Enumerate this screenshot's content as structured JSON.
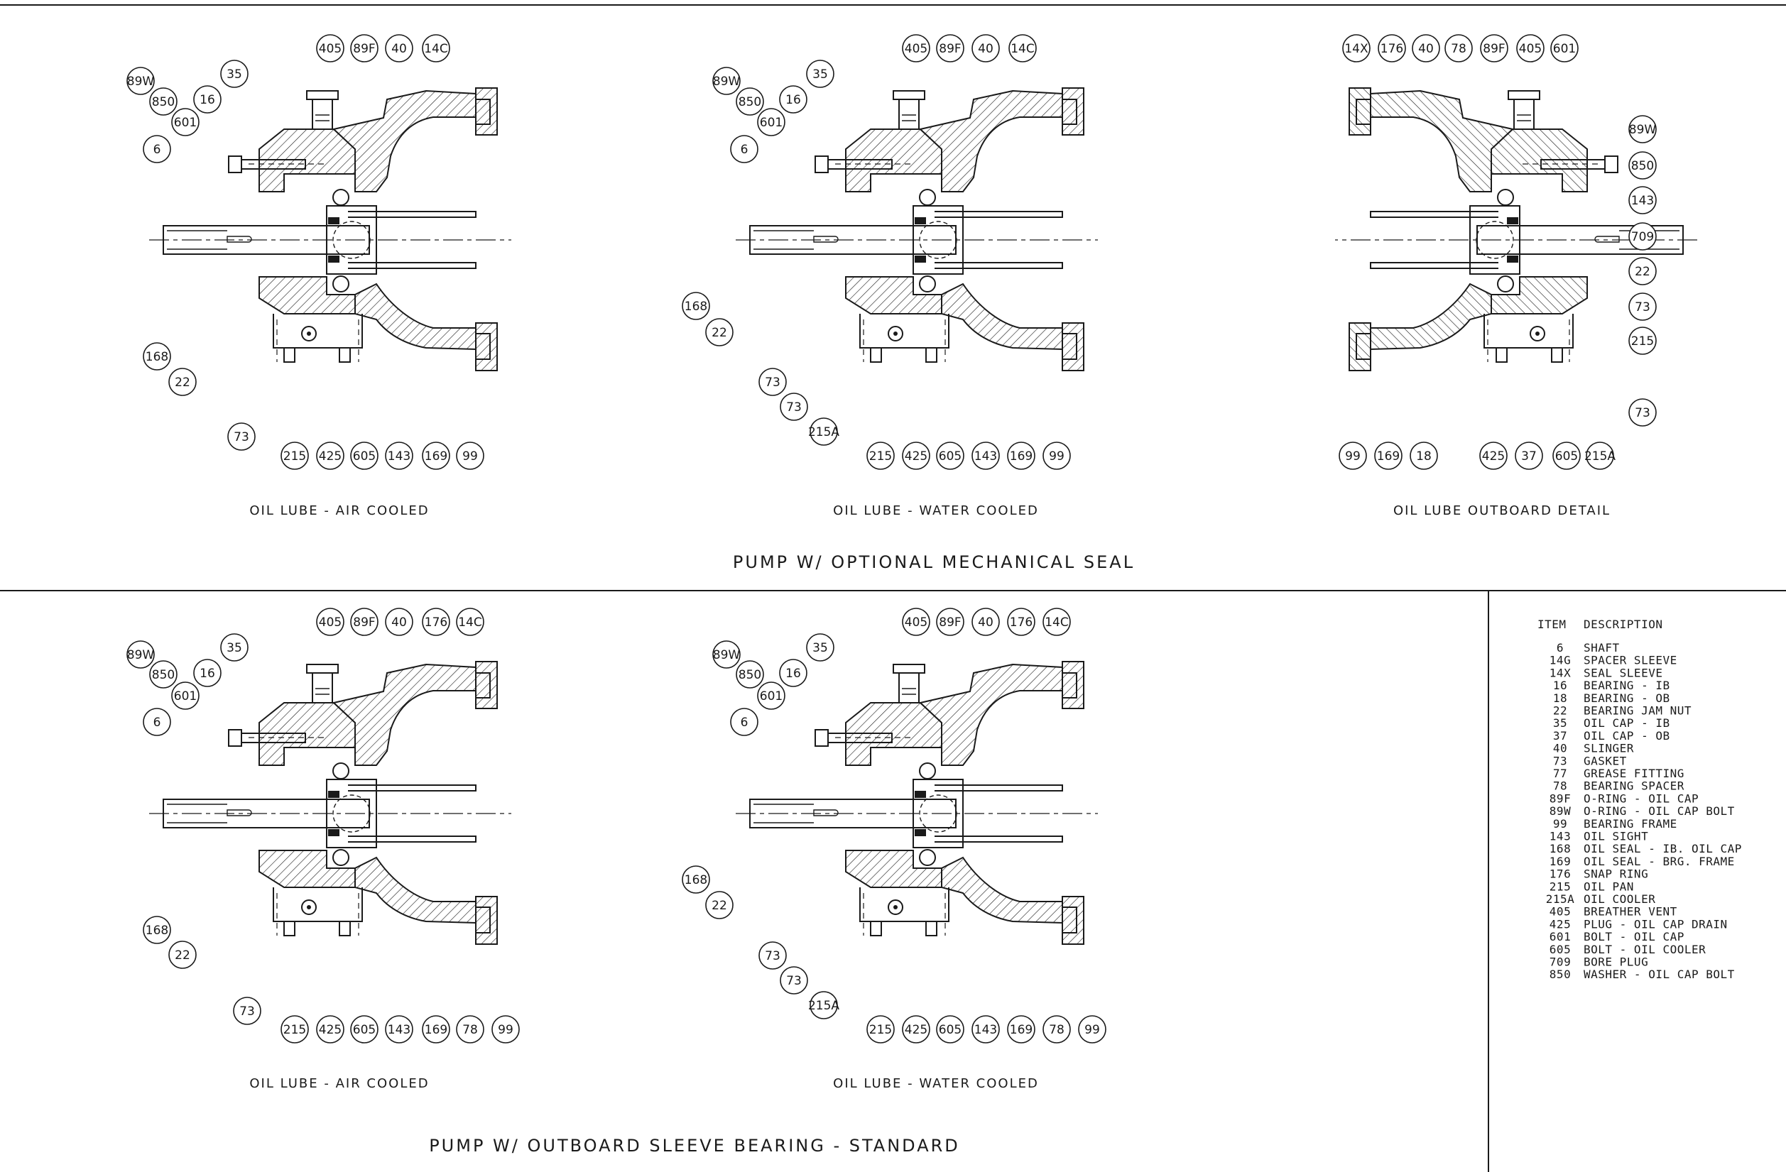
{
  "views": [
    {
      "id": "v1",
      "caption": "OIL LUBE - AIR COOLED",
      "labels": [
        "405",
        "89F",
        "40",
        "14C",
        "89W",
        "850",
        "16",
        "35",
        "601",
        "6",
        "168",
        "22",
        "73",
        "215",
        "425",
        "605",
        "143",
        "169",
        "99"
      ]
    },
    {
      "id": "v2",
      "caption": "OIL LUBE - WATER COOLED",
      "labels": [
        "405",
        "89F",
        "40",
        "14C",
        "89W",
        "850",
        "16",
        "35",
        "601",
        "6",
        "168",
        "22",
        "73",
        "73",
        "215A",
        "215",
        "425",
        "605",
        "143",
        "169",
        "99"
      ]
    },
    {
      "id": "v3",
      "caption": "OIL LUBE OUTBOARD DETAIL",
      "labels": [
        "14X",
        "176",
        "40",
        "78",
        "89F",
        "405",
        "601",
        "89W",
        "850",
        "143",
        "709",
        "22",
        "73",
        "215",
        "73",
        "99",
        "169",
        "18",
        "425",
        "37",
        "605",
        "215A"
      ]
    },
    {
      "id": "v4",
      "caption": "OIL LUBE - AIR COOLED",
      "labels": [
        "405",
        "89F",
        "40",
        "176",
        "14C",
        "89W",
        "850",
        "16",
        "35",
        "601",
        "6",
        "168",
        "22",
        "73",
        "215",
        "425",
        "605",
        "143",
        "169",
        "78",
        "99"
      ]
    },
    {
      "id": "v5",
      "caption": "OIL LUBE - WATER COOLED",
      "labels": [
        "405",
        "89F",
        "40",
        "176",
        "14C",
        "89W",
        "850",
        "16",
        "35",
        "601",
        "6",
        "168",
        "22",
        "73",
        "73",
        "215A",
        "215",
        "425",
        "605",
        "143",
        "169",
        "78",
        "99"
      ]
    }
  ],
  "banners": {
    "top": "PUMP W/ OPTIONAL MECHANICAL SEAL",
    "bottom": "PUMP W/ OUTBOARD SLEEVE BEARING - STANDARD"
  },
  "parts_table": {
    "header_item": "ITEM",
    "header_desc": "DESCRIPTION",
    "rows": [
      {
        "item": "6",
        "desc": "SHAFT"
      },
      {
        "item": "14G",
        "desc": "SPACER SLEEVE"
      },
      {
        "item": "14X",
        "desc": "SEAL SLEEVE"
      },
      {
        "item": "16",
        "desc": "BEARING - IB"
      },
      {
        "item": "18",
        "desc": "BEARING - OB"
      },
      {
        "item": "22",
        "desc": "BEARING JAM NUT"
      },
      {
        "item": "35",
        "desc": "OIL CAP - IB"
      },
      {
        "item": "37",
        "desc": "OIL CAP - OB"
      },
      {
        "item": "40",
        "desc": "SLINGER"
      },
      {
        "item": "73",
        "desc": "GASKET"
      },
      {
        "item": "77",
        "desc": "GREASE FITTING"
      },
      {
        "item": "78",
        "desc": "BEARING SPACER"
      },
      {
        "item": "89F",
        "desc": "O-RING - OIL CAP"
      },
      {
        "item": "89W",
        "desc": "O-RING - OIL CAP BOLT"
      },
      {
        "item": "99",
        "desc": "BEARING FRAME"
      },
      {
        "item": "143",
        "desc": "OIL SIGHT"
      },
      {
        "item": "168",
        "desc": "OIL SEAL - IB. OIL CAP"
      },
      {
        "item": "169",
        "desc": "OIL SEAL - BRG. FRAME"
      },
      {
        "item": "176",
        "desc": "SNAP RING"
      },
      {
        "item": "215",
        "desc": "OIL PAN"
      },
      {
        "item": "215A",
        "desc": "OIL COOLER"
      },
      {
        "item": "405",
        "desc": "BREATHER VENT"
      },
      {
        "item": "425",
        "desc": "PLUG - OIL CAP DRAIN"
      },
      {
        "item": "601",
        "desc": "BOLT - OIL CAP"
      },
      {
        "item": "605",
        "desc": "BOLT - OIL COOLER"
      },
      {
        "item": "709",
        "desc": "BORE PLUG"
      },
      {
        "item": "850",
        "desc": "WASHER - OIL CAP BOLT"
      }
    ]
  }
}
